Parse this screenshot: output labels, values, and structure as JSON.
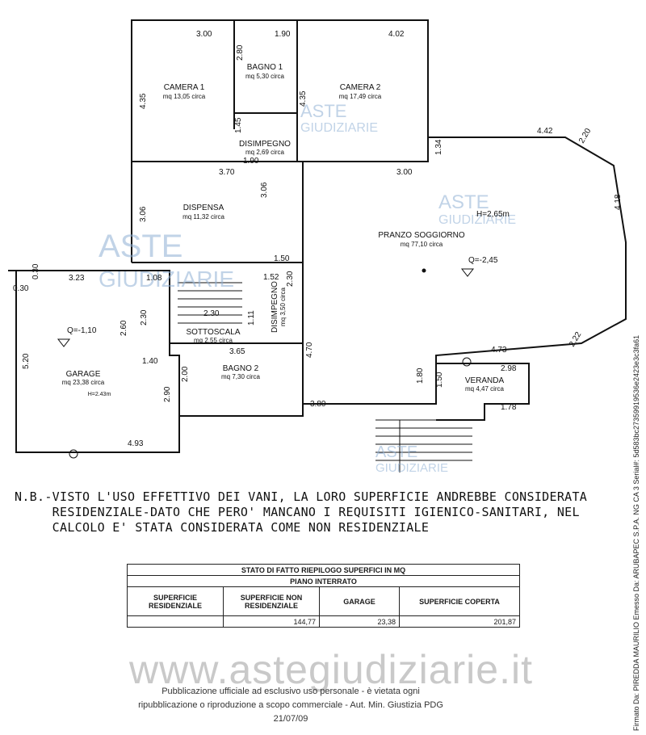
{
  "rooms": {
    "camera1": {
      "name": "CAMERA  1",
      "area": "mq 13,05 circa"
    },
    "bagno1": {
      "name": "BAGNO  1",
      "area": "mq 5,30 circa"
    },
    "camera2": {
      "name": "CAMERA  2",
      "area": "mq 17,49 circa"
    },
    "disimpegno1": {
      "name": "DISIMPEGNO",
      "area": "mq 2,69 circa"
    },
    "dispensa": {
      "name": "DISPENSA",
      "area": "mq 11,32 circa"
    },
    "pranzo": {
      "name": "PRANZO  SOGGIORNO",
      "area": "mq 77,10 circa"
    },
    "sottoscala": {
      "name": "SOTTOSCALA",
      "area": "mq 2,55 circa"
    },
    "disimpegno2": {
      "name": "DISIMPEGNO",
      "area": "mq 3,50 circa"
    },
    "garage": {
      "name": "GARAGE",
      "area": "mq 23,38 circa",
      "height": "H=2.43m"
    },
    "bagno2": {
      "name": "BAGNO  2",
      "area": "mq 7,30 circa"
    },
    "veranda": {
      "name": "VERANDA",
      "area": "mq 4,47 circa"
    }
  },
  "levels": {
    "garage": "Q=-1,10",
    "pranzo": "Q=-2,45",
    "pranzo_h": "H=2,65m"
  },
  "dims": {
    "d300": "3.00",
    "d190a": "1.90",
    "d402": "4.02",
    "d280": "2.80",
    "d435a": "4.35",
    "d435b": "4.35",
    "d145": "1.45",
    "d190b": "1.90",
    "d134": "1.34",
    "d442": "4.42",
    "d220": "2.20",
    "d370": "3.70",
    "d306a": "3.06",
    "d300b": "3.00",
    "d306b": "3.06",
    "d418": "4.18",
    "d150": "1.50",
    "d030a": "0.30",
    "d323": "3.23",
    "d108": "1.08",
    "d152": "1.52",
    "d230a": "2.30",
    "d030b": "0.30",
    "d230b": "2.30",
    "d111": "1.11",
    "d260": "2.60",
    "d230c": "2.30",
    "d365": "3.65",
    "d470": "4.70",
    "d520": "5.20",
    "d140": "1.40",
    "d222": "2.22",
    "d473": "4.73",
    "d298": "2.98",
    "d200": "2.00",
    "d290": "2.90",
    "d180": "1.80",
    "d150b": "1.50",
    "d380": "3.80",
    "d178": "1.78",
    "d493": "4.93"
  },
  "watermark": {
    "aste": "ASTE",
    "giudiziarie": "GIUDIZIARIE",
    "site": "www.astegiudiziarie.it"
  },
  "note": {
    "line1": "N.B.-VISTO L'USO EFFETTIVO DEI VANI, LA LORO SUPERFICIE ANDREBBE CONSIDERATA",
    "line2": "     RESIDENZIALE-DATO CHE PERO' MANCANO I REQUISITI IGIENICO-SANITARI, NEL",
    "line3": "     CALCOLO E' STATA CONSIDERATA COME NON RESIDENZIALE"
  },
  "summary": {
    "title": "STATO DI FATTO RIEPILOGO SUPERFICI IN MQ",
    "subtitle": "PIANO INTERRATO",
    "headers": [
      "SUPERFICIE RESIDENZIALE",
      "SUPERFICIE NON RESIDENZIALE",
      "GARAGE",
      "SUPERFICIE COPERTA"
    ],
    "values": [
      "",
      "144,77",
      "23,38",
      "201,87"
    ]
  },
  "footer": {
    "line1": "Pubblicazione ufficiale ad esclusivo uso personale - è vietata ogni",
    "line2": "ripubblicazione o riproduzione a scopo commerciale - Aut. Min. Giustizia PDG 21/07/09"
  },
  "sidebar": "Firmato Da: PIREDDA MAURILIO Emesso Da: ARUBAPEC S.P.A. NG CA 3 Serial#: 5d583bc27359919536e2423e3c3fa61"
}
